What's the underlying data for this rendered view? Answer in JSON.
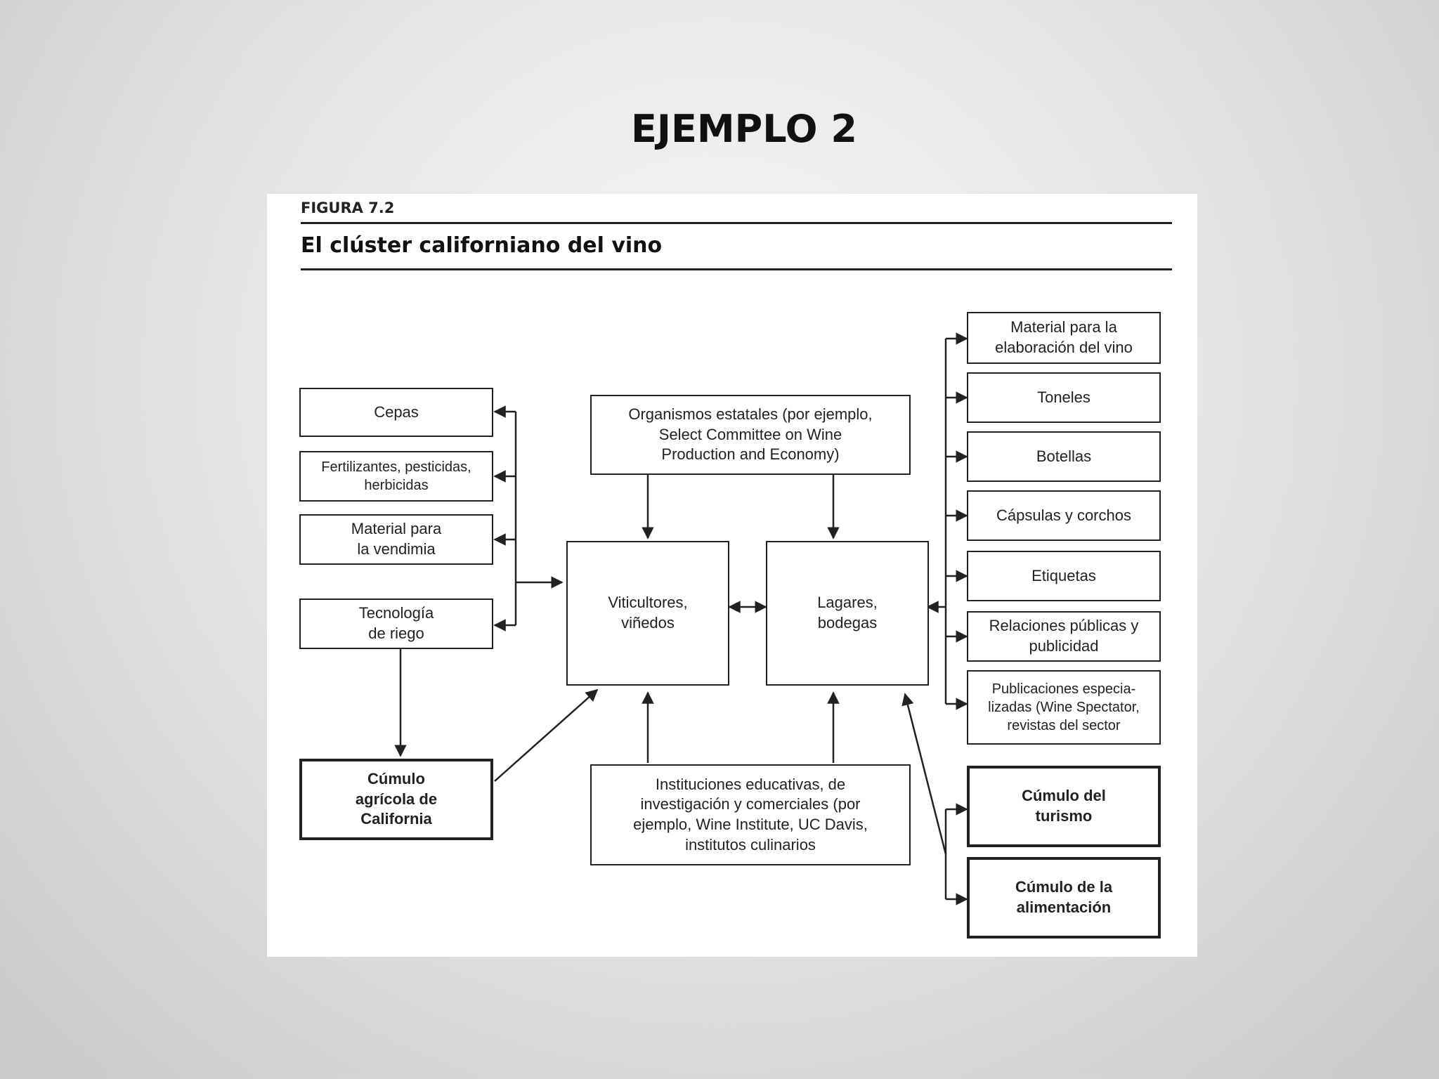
{
  "slide": {
    "title": "EJEMPLO 2"
  },
  "figure": {
    "label": "FIGURA 7.2",
    "title": "El clúster californiano del vino"
  },
  "nodes": {
    "cepas": "Cepas",
    "fertilizantes": "Fertilizantes, pesticidas,\nherbicidas",
    "material_vendimia": "Material para\nla vendimia",
    "tecnologia_riego": "Tecnología\nde riego",
    "cumulo_agricola": "Cúmulo\nagrícola de\nCalifornia",
    "organismos": "Organismos estatales (por ejemplo,\nSelect Committee on Wine\nProduction and Economy)",
    "viticultores": "Viticultores,\nviñedos",
    "lagares": "Lagares,\nbodegas",
    "instituciones": "Instituciones educativas, de\ninvestigación y comerciales (por\nejemplo, Wine Institute, UC Davis,\ninstitutos culinarios",
    "material_vino": "Material para la\nelaboración del vino",
    "toneles": "Toneles",
    "botellas": "Botellas",
    "capsulas": "Cápsulas y corchos",
    "etiquetas": "Etiquetas",
    "relaciones": "Relaciones públicas y\npublicidad",
    "publicaciones": "Publicaciones especia-\nlizadas (Wine Spectator,\nrevistas del sector",
    "cumulo_turismo": "Cúmulo del\nturismo",
    "cumulo_alimentacion": "Cúmulo de la\nalimentación"
  },
  "colors": {
    "line": "#222222",
    "panel": "#ffffff"
  }
}
